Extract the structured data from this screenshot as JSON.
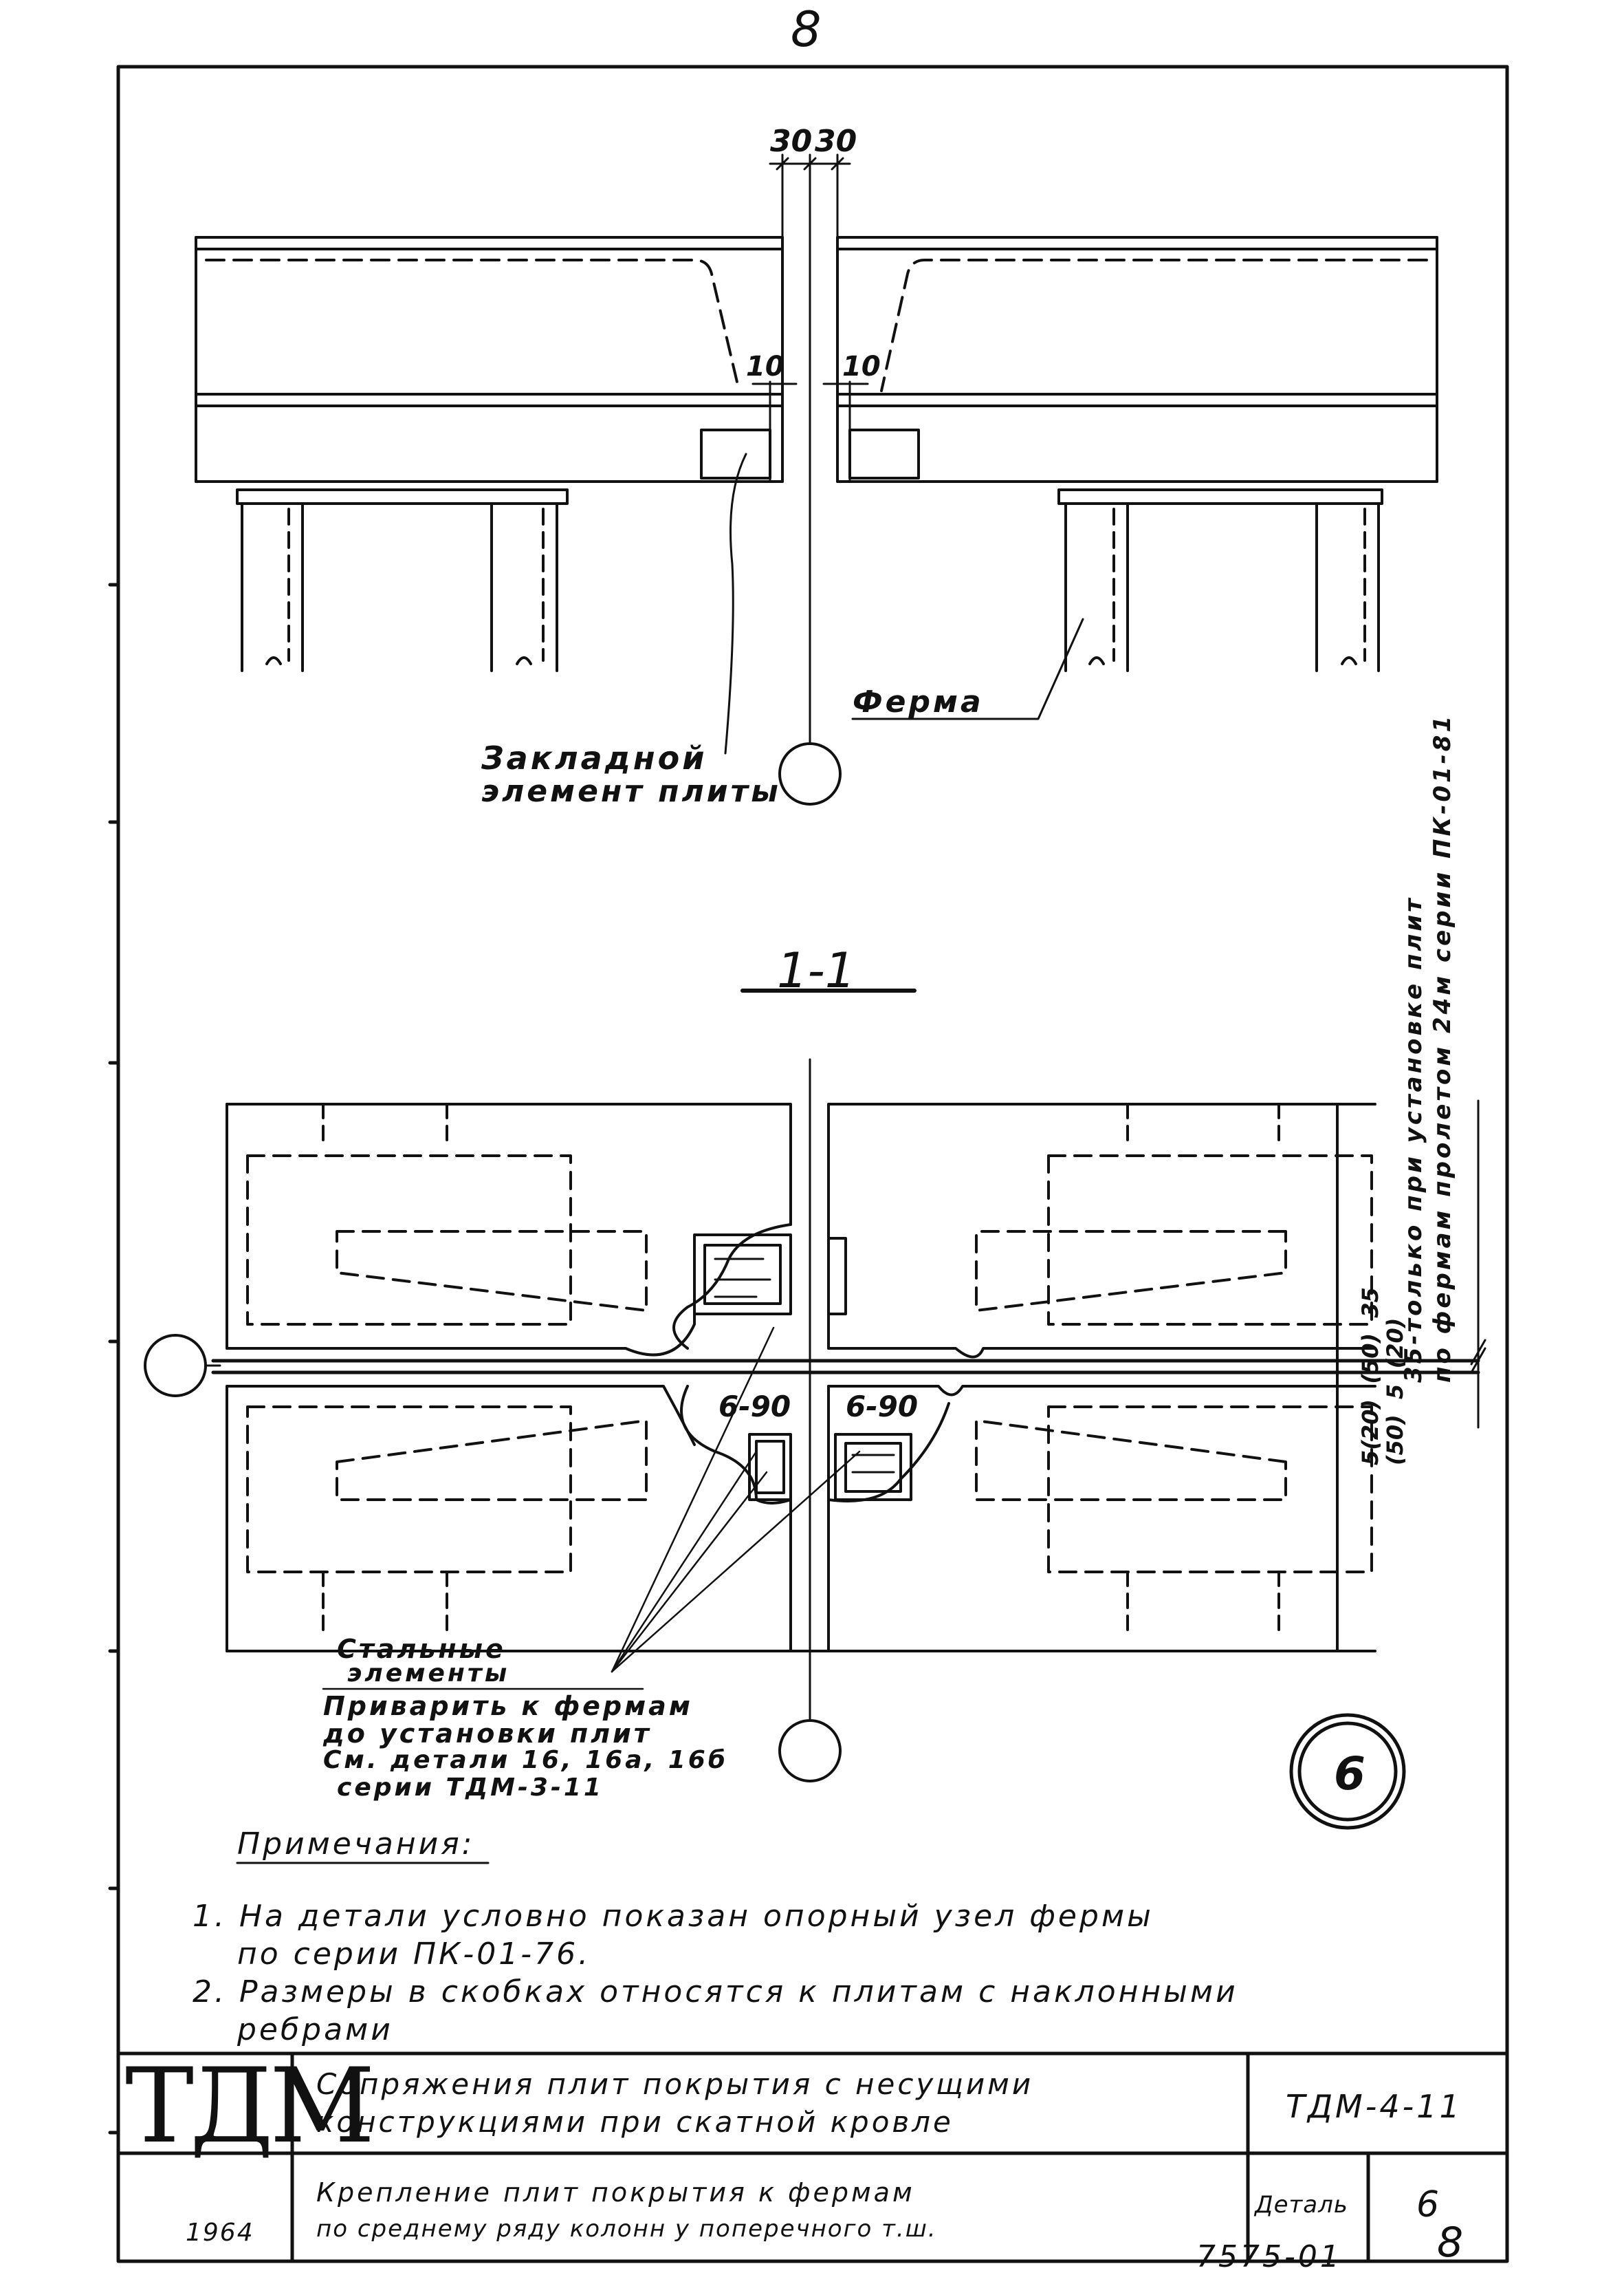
{
  "sheet": {
    "page_top": "8",
    "page_bottom": "8",
    "archive_number": "7575-01"
  },
  "elevation": {
    "dim_gap_left": "30",
    "dim_gap_right": "30",
    "dim_10_left": "10",
    "dim_10_right": "10",
    "label_embedded": [
      "Закладной",
      "элемент плиты"
    ],
    "label_truss": "Ферма"
  },
  "section": {
    "title": "1-1",
    "dim_6_90_left": "6-90",
    "dim_6_90_right": "6-90",
    "vertical_note": [
      "35-только при установке плит",
      "по фермам пролетом 24м серии ПК-01-81"
    ],
    "dims_right": [
      "5(20)",
      "(50)",
      "35",
      "(50)",
      "5",
      "(20)"
    ],
    "steel_elements": [
      "Стальные",
      "элементы"
    ],
    "weld_note": [
      "Приварить к фермам",
      "до установки плит",
      "См. детали 16, 16а, 16б",
      "серии ТДМ-3-11"
    ],
    "detail_marker": "6"
  },
  "notes": {
    "heading": "Примечания:",
    "items": [
      "1. На детали условно показан опорный узел фермы",
      "по серии ПК-01-76.",
      "2. Размеры в скобках относятся к плитам с наклонными",
      "ребрами"
    ]
  },
  "title_block": {
    "logo": "ТДМ",
    "year": "1964",
    "title_line1": "Сопряжения плит покрытия с несущими",
    "title_line2": "конструкциями при скатной кровле",
    "series": "ТДМ-4-11",
    "sub_line1": "Крепление плит покрытия к фермам",
    "sub_line2": "по среднему ряду колонн у поперечного т.ш.",
    "detail_label": "Деталь",
    "detail_number": "6"
  }
}
